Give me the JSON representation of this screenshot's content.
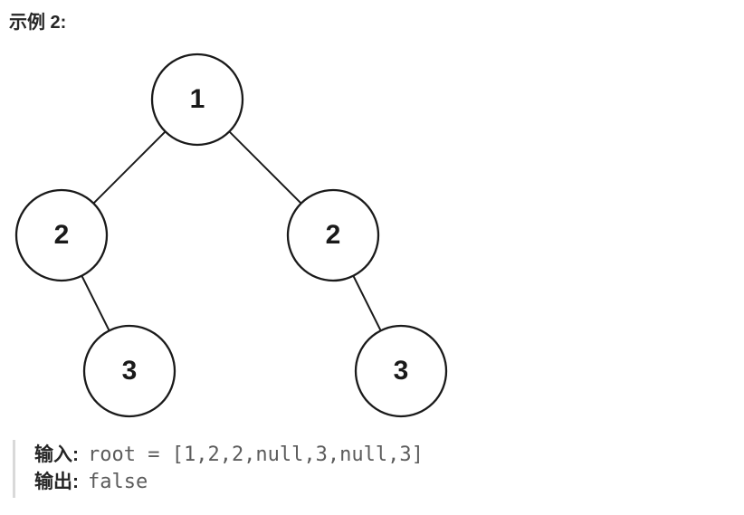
{
  "page": {
    "title": "示例 2:"
  },
  "tree": {
    "nodes": [
      {
        "value": "1"
      },
      {
        "value": "2"
      },
      {
        "value": "2"
      },
      {
        "value": "3"
      },
      {
        "value": "3"
      }
    ],
    "edges": [
      [
        0,
        1
      ],
      [
        0,
        2
      ],
      [
        1,
        3
      ],
      [
        2,
        4
      ]
    ]
  },
  "example": {
    "input_label": "输入:",
    "input_value": "root = [1,2,2,null,3,null,3]",
    "output_label": "输出:",
    "output_value": "false"
  },
  "colors": {
    "text_primary": "#262626",
    "code_text": "#5c5c5c",
    "node_stroke": "#1a1a1a",
    "quote_bar": "#d9d9d9",
    "background": "#ffffff"
  }
}
